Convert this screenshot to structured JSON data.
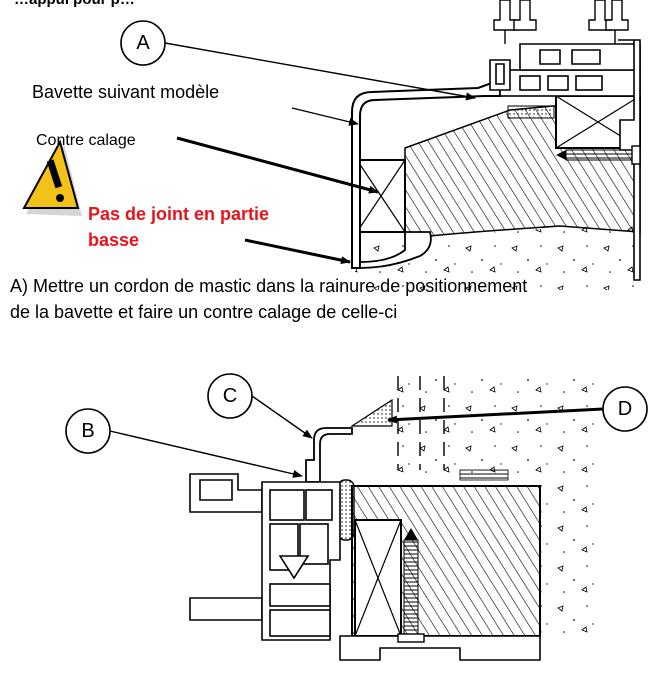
{
  "header_fragment": "…appui pour p…",
  "callouts": {
    "a": "A",
    "b": "B",
    "c": "C",
    "d": "D"
  },
  "labels": {
    "bavette": "Bavette suivant modèle",
    "contre_calage": "Contre calage",
    "warning_line1": "Pas de joint en partie",
    "warning_line2": "basse"
  },
  "instruction": {
    "line1": "A) Mettre un cordon de mastic dans la rainure de positionnement",
    "line2": "de la bavette et faire un contre calage de celle-ci"
  },
  "icons": {
    "warning": "warning-triangle-icon"
  },
  "colors": {
    "warning_text": "#e8141b",
    "warning_fill": "#f2c21b",
    "ink": "#000000"
  }
}
